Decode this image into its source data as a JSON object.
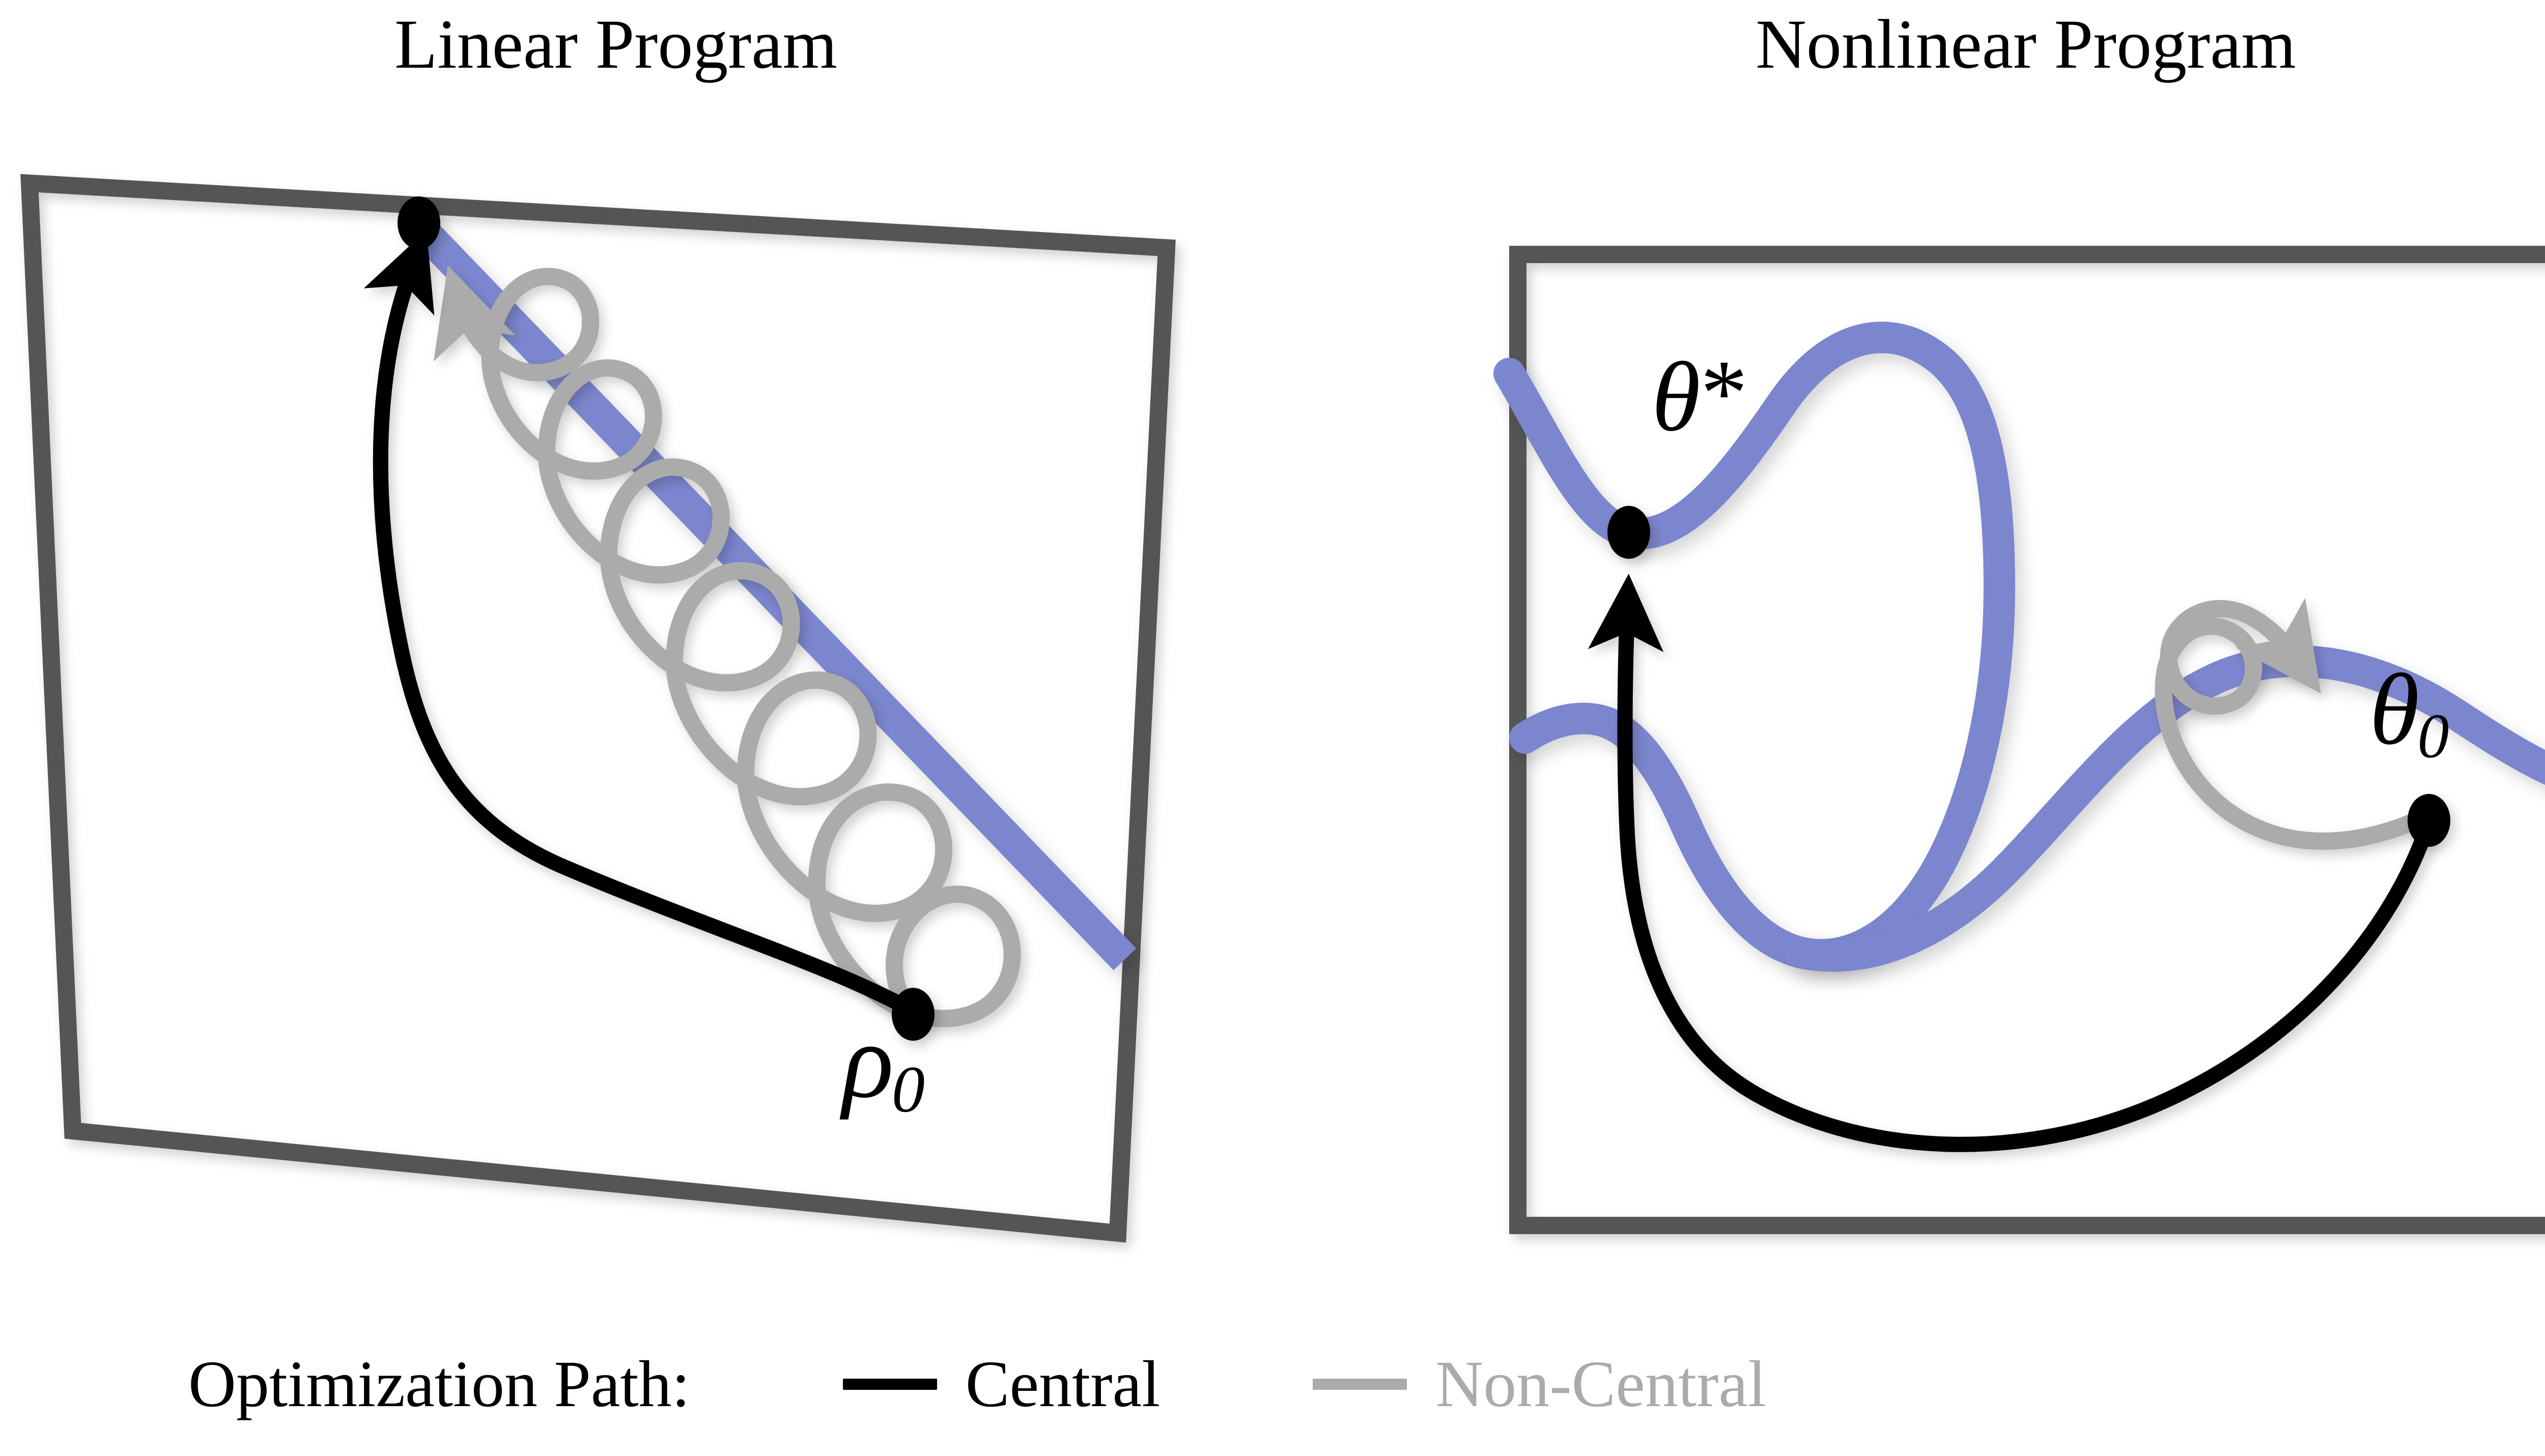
{
  "figure": {
    "background": "#ffffff",
    "colors": {
      "frame": "#545454",
      "central_path": "#000000",
      "noncentral_path": "#ababab",
      "feasible_manifold": "#7c86ce",
      "marker": "#000000"
    }
  },
  "panels": [
    {
      "id": "linear",
      "title": "Linear Program",
      "region_shape": "quadrilateral-polytope",
      "start_label": "ρ",
      "start_subscript": "0",
      "optimum_marker": "vertex"
    },
    {
      "id": "nonlinear",
      "title": "Nonlinear Program",
      "region_shape": "rectangle",
      "start_label": "θ",
      "start_subscript": "0",
      "optimum_label": "θ",
      "optimum_star": "*"
    }
  ],
  "labels": {
    "rho_zero": {
      "symbol": "ρ",
      "subscript": "0"
    },
    "theta_zero": {
      "symbol": "θ",
      "subscript": "0"
    },
    "theta_star": {
      "symbol": "θ",
      "star": "*"
    }
  },
  "legend": {
    "title": "Optimization Path:",
    "entries": [
      {
        "label": "Central",
        "color": "#000000"
      },
      {
        "label": "Non-Central",
        "color": "#ababab"
      }
    ]
  }
}
